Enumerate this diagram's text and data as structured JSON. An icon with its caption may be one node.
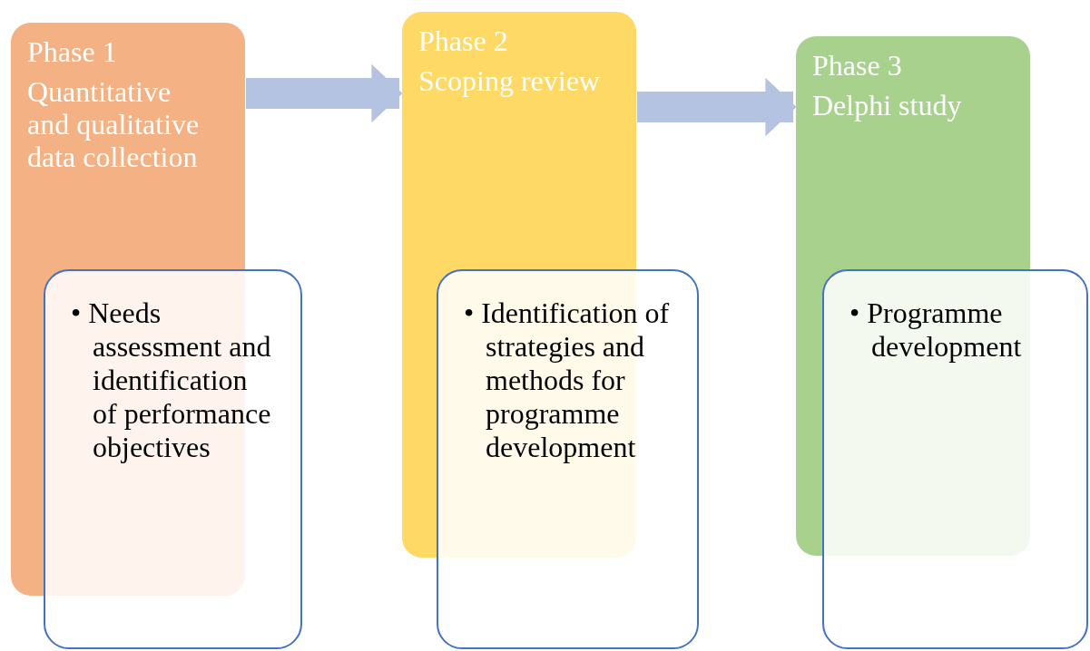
{
  "diagram": {
    "nodes": [
      {
        "text": [
          "Phase 1",
          "Quantitative and qualitative data collection"
        ]
      },
      {
        "text": [
          "• Needs assessment and identification of performance objectives"
        ]
      },
      {
        "text": [
          "Phase 2",
          "Scoping review"
        ]
      },
      {
        "text": [
          "• Identification of strategies and methods for programme development"
        ]
      },
      {
        "text": [
          "Phase 3",
          "Delphi study"
        ]
      },
      {
        "text": [
          "• Programme development"
        ]
      }
    ],
    "edges": [
      {
        "from": 0,
        "to": 2,
        "arrow": "to"
      },
      {
        "from": 2,
        "to": 4,
        "arrow": "to"
      }
    ]
  }
}
